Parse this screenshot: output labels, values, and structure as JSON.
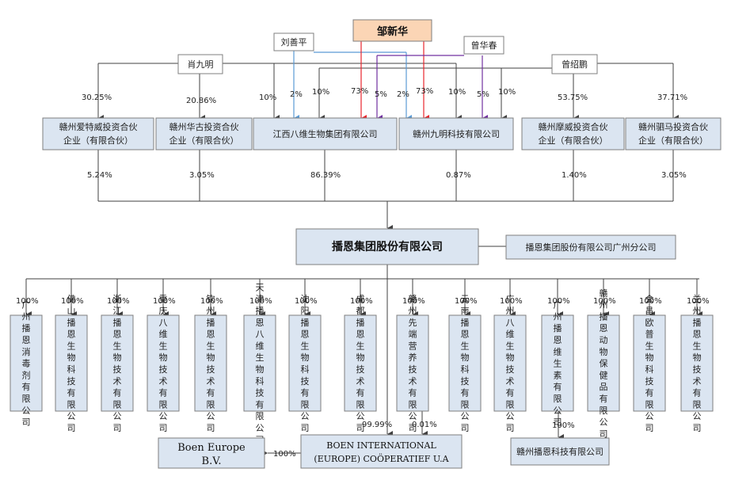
{
  "people": {
    "zou_xinhua": "邹新华",
    "liu_shanping": "刘善平",
    "zeng_huachun": "曾华春",
    "xiao_jiuming": "肖九明",
    "zeng_shaopeng": "曾绍鹏"
  },
  "holders": {
    "aitewei": [
      "赣州爱特威投资合伙",
      "企业（有限合伙）"
    ],
    "huagu": [
      "赣州华古投资合伙",
      "企业（有限合伙）"
    ],
    "jiangxi_bawei": "江西八维生物集团有限公司",
    "jiuming_tech": "赣州九明科技有限公司",
    "mowei": [
      "赣州摩威投资合伙",
      "企业（有限合伙）"
    ],
    "sima": [
      "赣州驷马投资合伙",
      "企业（有限合伙）"
    ]
  },
  "pct_top": {
    "xiao_aitewei": "30.25%",
    "xiao_huagu": "20.86%",
    "xiao_bawei": "10%",
    "liu_bawei": "2%",
    "zou_bawei": "73%",
    "zeng_hc_bawei": "5%",
    "liu_jiuming": "2%",
    "zou_jiuming": "73%",
    "xiao_jiuming": "10%",
    "zeng_hc_jiuming": "5%",
    "zeng_sp_jiuming": "10%",
    "zeng_sp_bawei": "10%",
    "zeng_mowei": "53.75%",
    "zeng_sima": "37.71%"
  },
  "pct_mid": {
    "aitewei": "5.24%",
    "huagu": "3.05%",
    "bawei": "86.39%",
    "jiuming": "0.87%",
    "mowei": "1.40%",
    "sima": "3.05%"
  },
  "main_company": "播恩集团股份有限公司",
  "branch": "播恩集团股份有限公司广州分公司",
  "sub_pct": "100%",
  "subsidiaries": [
    "广州播恩消毒剂有限公司",
    "佛山播恩生物科技有限公司",
    "浙江播恩生物技术有限公司",
    "重庆八维生物技术有限公司",
    "钦州播恩生物技术有限公司",
    "天津播恩八维生物科技有限公司",
    "沈阳播恩生物科技有限公司",
    "成都播恩生物技术有限公司",
    "赣州先端营养技术有限公司",
    "云南播恩生物科技有限公司",
    "广州八维生物技术有限公司",
    "广州播恩维生素有限公司",
    "赣州播恩动物保健品有限公司",
    "会昌欧普生物科技有限公司",
    "兰州播恩生物技术有限公司"
  ],
  "boen_intl": {
    "line1": "BOEN INTERNATIONAL",
    "line2": "(EUROPE) COÖPERATIEF U.A",
    "pct_main": "99.99%",
    "pct_xianduan": "0.01%"
  },
  "boen_europe": {
    "line1": "Boen Europe",
    "line2": "B.V.",
    "pct": "100%"
  },
  "gz_sub": {
    "name": "赣州播恩科技有限公司",
    "pct": "100%"
  },
  "colors": {
    "liu": "#5b9bd5",
    "zou": "#e8262d",
    "zeng_hc": "#7030a0",
    "box_fill": "#dbe5f1",
    "top_fill": "#fbd5b5"
  }
}
